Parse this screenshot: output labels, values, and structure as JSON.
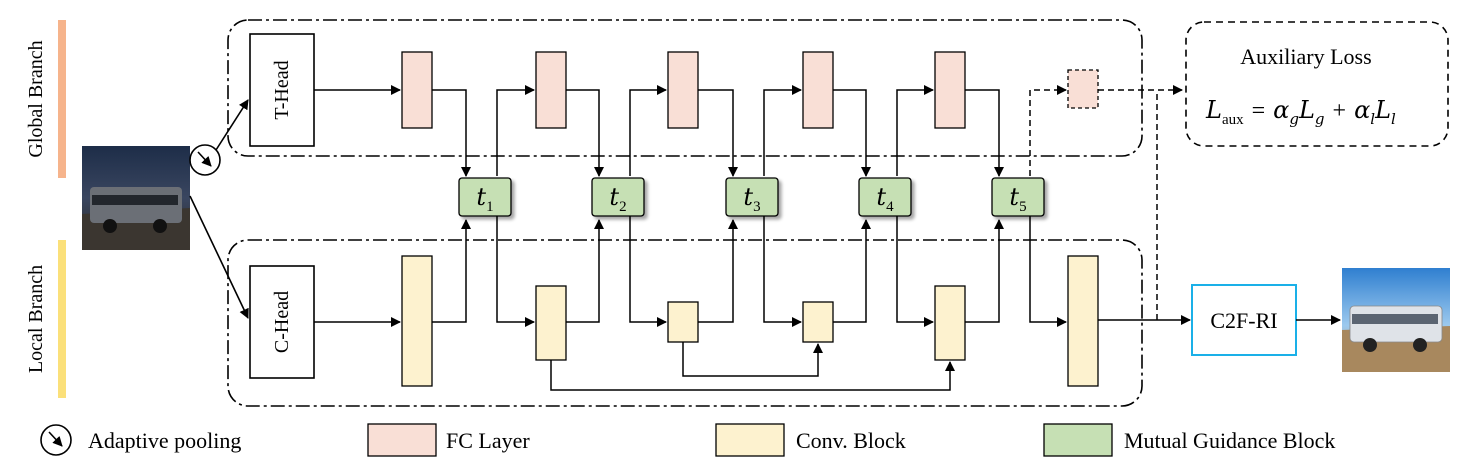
{
  "branches": {
    "global_label": "Global Branch",
    "local_label": "Local Branch"
  },
  "heads": {
    "t_head": "T-Head",
    "c_head": "C-Head"
  },
  "guidance_blocks": [
    {
      "letter": "t",
      "sub": "1"
    },
    {
      "letter": "t",
      "sub": "2"
    },
    {
      "letter": "t",
      "sub": "3"
    },
    {
      "letter": "t",
      "sub": "4"
    },
    {
      "letter": "t",
      "sub": "5"
    }
  ],
  "aux": {
    "title": "Auxiliary Loss",
    "lhs_letter": "L",
    "lhs_sub": "aux",
    "eq": "=",
    "alpha": "α",
    "g_sub": "g",
    "l_sub": "l",
    "plus": "+"
  },
  "refine": {
    "label": "C2F-RI"
  },
  "legend": {
    "pooling": "Adaptive pooling",
    "fc": "FC Layer",
    "conv": "Conv. Block",
    "mgb": "Mutual Guidance Block"
  },
  "colors": {
    "fc_fill": "#f9dfd6",
    "conv_fill": "#fdf2cf",
    "mgb_fill": "#c6e0b4",
    "global_bar": "#f6b48c",
    "local_bar": "#fbe07a",
    "refine_border": "#1ab0e8"
  }
}
